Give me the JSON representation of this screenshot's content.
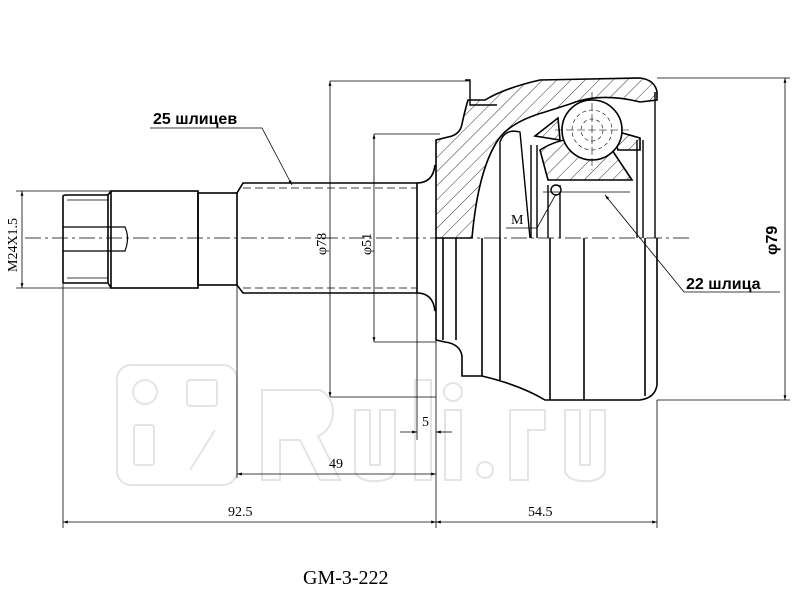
{
  "drawing": {
    "part_number": "GM-3-222",
    "callouts": {
      "outer_splines": "25 шлицев",
      "inner_splines": "22 шлица",
      "marker": "M"
    },
    "dimensions": {
      "thread": "M24X1.5",
      "diameter_78": "φ78",
      "diameter_51": "φ51",
      "diameter_79": "φ79",
      "length_5": "5",
      "length_49": "49",
      "length_92_5": "92.5",
      "length_54_5": "54.5"
    },
    "watermark": "Ruli.ru",
    "colors": {
      "line": "#000000",
      "watermark": "#e4e4e4",
      "background": "#ffffff"
    }
  }
}
